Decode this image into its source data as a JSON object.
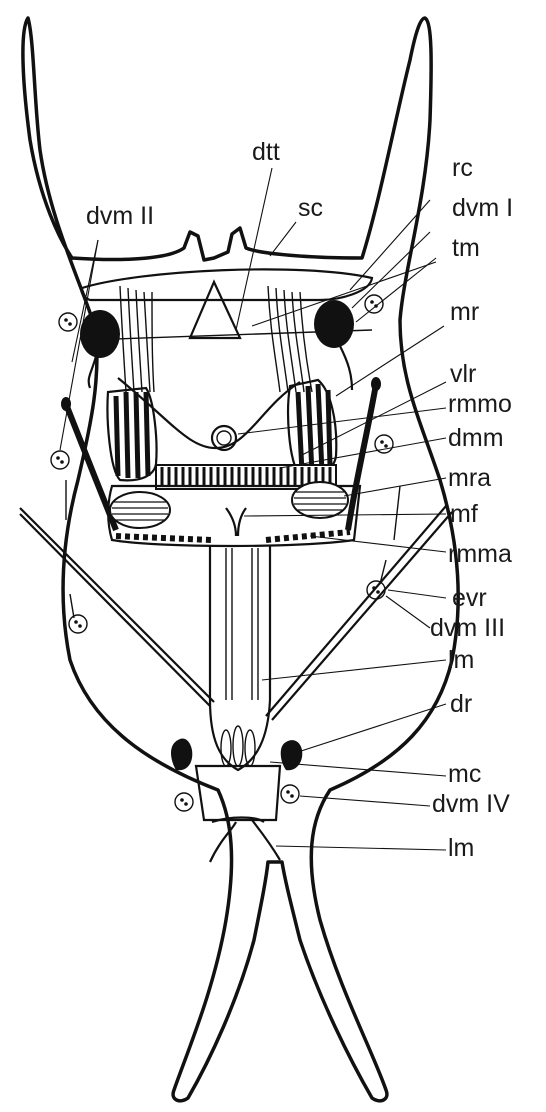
{
  "labels": {
    "dtt": "dtt",
    "sc": "sc",
    "rc": "rc",
    "dvm_i": "dvm I",
    "dvm_ii": "dvm II",
    "tm_top": "tm",
    "mr": "mr",
    "vlr": "vlr",
    "rmmo": "rmmo",
    "dmm": "dmm",
    "mra": "mra",
    "mf": "mf",
    "rmma": "rmma",
    "evr": "evr",
    "dvm_iii": "dvm III",
    "lm_mid": "lm",
    "dr": "dr",
    "mc": "mc",
    "dvm_iv": "dvm IV",
    "lm_bottom": "lm"
  }
}
